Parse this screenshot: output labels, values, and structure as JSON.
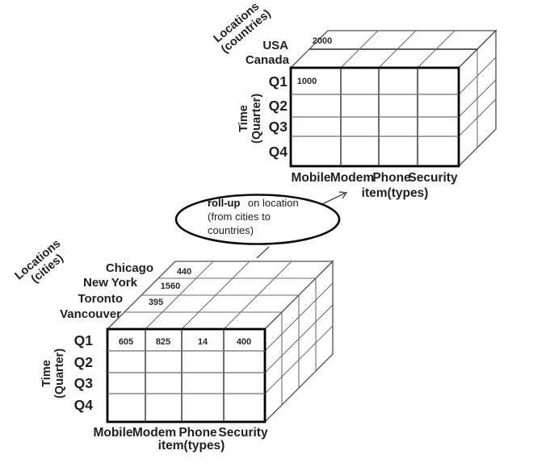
{
  "result_cube": {
    "location_axis_line1": "Locations",
    "location_axis_line2": "(countries)",
    "location_labels": [
      "USA",
      "Canada"
    ],
    "time_axis_line1": "Time",
    "time_axis_line2": "(Quarter)",
    "quarter_labels": [
      "Q1",
      "Q2",
      "Q3",
      "Q4"
    ],
    "item_labels": [
      "Mobile",
      "Modem",
      "Phone",
      "Security"
    ],
    "item_axis_label": "item(types)",
    "top_face_values": {
      "usa_mobile": "2000"
    },
    "front_values": {
      "q1_mobile": "1000"
    }
  },
  "source_cube": {
    "location_axis_line1": "Locations",
    "location_axis_line2": "(cities)",
    "location_labels": [
      "Chicago",
      "New York",
      "Toronto",
      "Vancouver"
    ],
    "time_axis_line1": "Time",
    "time_axis_line2": "(Quarter)",
    "quarter_labels": [
      "Q1",
      "Q2",
      "Q3",
      "Q4"
    ],
    "item_labels": [
      "Mobile",
      "Modem",
      "Phone",
      "Security"
    ],
    "item_axis_label": "item(types)",
    "top_face_values": {
      "chicago_mobile": "440",
      "new_york_mobile": "1560",
      "toronto_mobile": "395"
    },
    "front_values": {
      "q1_mobile": "605",
      "q1_modem": "825",
      "q1_phone": "14",
      "q1_security": "400"
    }
  },
  "operation": {
    "name_bold": "roll-up",
    "name_rest": "on location",
    "detail_line2": "(from cities to",
    "detail_line3": "countries)"
  },
  "colors": {
    "background": "#ffffff",
    "cube_border": "#000000",
    "grid_line": "#595959",
    "text": "#1f1f1f"
  }
}
